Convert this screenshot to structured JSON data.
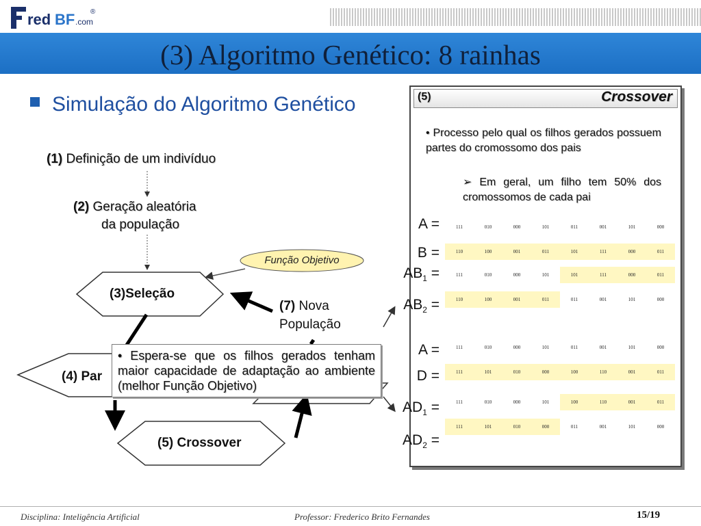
{
  "header": {
    "logo_text": "FredBF.com",
    "title": "(3) Algoritmo Genético: 8 rainhas"
  },
  "left": {
    "subtitle": "Simulação do Algoritmo Genético",
    "step1_num": "(1)",
    "step1_text": "Definição de um indivíduo",
    "step2_num": "(2)",
    "step2_line1": "Geração aleatória",
    "step2_line2": "da população",
    "step3": "(3)Seleção",
    "step4": "(4) Par",
    "step5": "(5) Crossover",
    "step7_num": "(7)",
    "step7_word": "Nova",
    "step7_line2": "População",
    "fitness": "Função Objetivo",
    "tip_text": "• Espera-se que os filhos gerados tenham maior capacidade de adaptação ao ambiente (melhor Função Objetivo)"
  },
  "panel": {
    "number": "(5)",
    "title": "Crossover",
    "text1": "• Processo pelo qual os filhos gerados possuem partes do cromossomo dos pais",
    "text2": "➢ Em geral, um filho tem 50% dos cromossomos de cada pai",
    "rows": [
      {
        "label": "A =",
        "sub": "",
        "cells": [
          "111",
          "010",
          "000",
          "101",
          "011",
          "001",
          "101",
          "000"
        ],
        "hl": [
          0,
          0,
          0,
          0,
          0,
          0,
          0,
          0
        ]
      },
      {
        "label": "B =",
        "sub": "",
        "cells": [
          "110",
          "100",
          "001",
          "011",
          "101",
          "111",
          "000",
          "011"
        ],
        "hl": [
          1,
          1,
          1,
          1,
          1,
          1,
          1,
          1
        ]
      },
      {
        "label": "AB",
        "sub": "1",
        "cells": [
          "111",
          "010",
          "000",
          "101",
          "101",
          "111",
          "000",
          "011"
        ],
        "hl": [
          0,
          0,
          0,
          0,
          1,
          1,
          1,
          1
        ]
      },
      {
        "label": "AB",
        "sub": "2",
        "cells": [
          "110",
          "100",
          "001",
          "011",
          "011",
          "001",
          "101",
          "000"
        ],
        "hl": [
          1,
          1,
          1,
          1,
          0,
          0,
          0,
          0
        ]
      },
      {
        "label": "A =",
        "sub": "",
        "cells": [
          "111",
          "010",
          "000",
          "101",
          "011",
          "001",
          "101",
          "000"
        ],
        "hl": [
          0,
          0,
          0,
          0,
          0,
          0,
          0,
          0
        ]
      },
      {
        "label": "D =",
        "sub": "",
        "cells": [
          "111",
          "101",
          "010",
          "000",
          "100",
          "110",
          "001",
          "011"
        ],
        "hl": [
          1,
          1,
          1,
          1,
          1,
          1,
          1,
          1
        ]
      },
      {
        "label": "AD",
        "sub": "1",
        "cells": [
          "111",
          "010",
          "000",
          "101",
          "100",
          "110",
          "001",
          "011"
        ],
        "hl": [
          0,
          0,
          0,
          0,
          1,
          1,
          1,
          1
        ]
      },
      {
        "label": "AD",
        "sub": "2",
        "cells": [
          "111",
          "101",
          "010",
          "000",
          "011",
          "001",
          "101",
          "000"
        ],
        "hl": [
          1,
          1,
          1,
          1,
          0,
          0,
          0,
          0
        ]
      }
    ]
  },
  "footer": {
    "left": "Disciplina: Inteligência Artificial",
    "center": "Professor: Frederico Brito Fernandes",
    "page": "15/19"
  },
  "colors": {
    "banner": "#1f74c9",
    "bullet": "#1f5fb0",
    "highlight": "#fff7c2",
    "ellipse": "#fff3b0"
  }
}
